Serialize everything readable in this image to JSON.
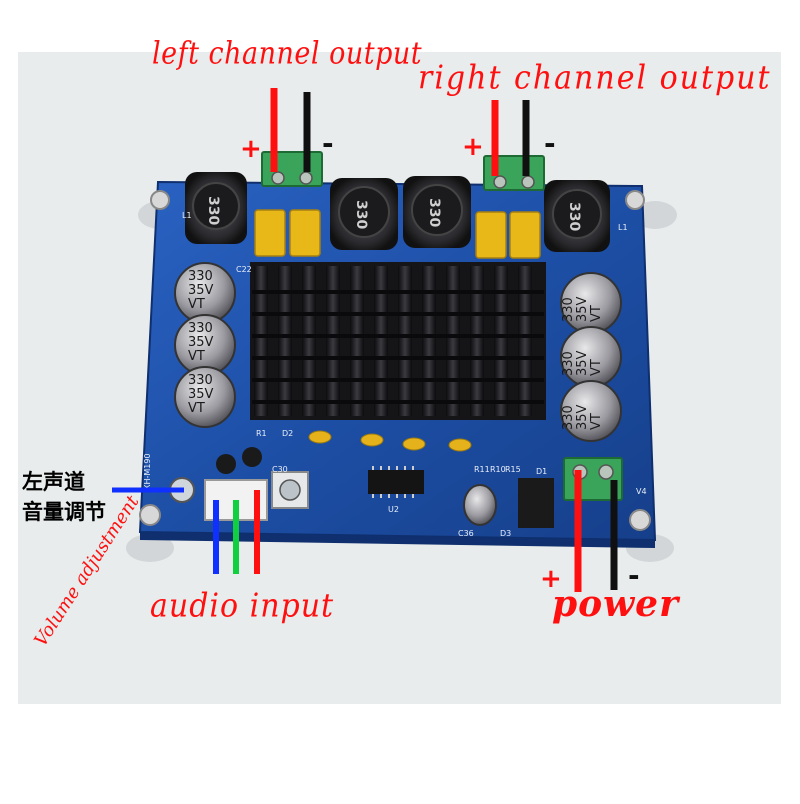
{
  "labels": {
    "left_channel_output": "left channel output",
    "right_channel_output": "right channel output",
    "audio_input": "audio input",
    "power": "power",
    "left_plus": "+",
    "left_minus": "-",
    "right_plus": "+",
    "right_minus": "-",
    "power_plus": "+",
    "power_minus": "-",
    "cn_line_1": "左声道",
    "cn_line_2": "音量调节",
    "volume_adjustment": "Volume adjustment"
  },
  "board": {
    "inductors": [
      "330",
      "330",
      "330",
      "330"
    ],
    "capacitors_left": [
      [
        "330",
        "35V",
        "VT"
      ],
      [
        "330",
        "35V",
        "VT"
      ],
      [
        "330",
        "35V",
        "VT"
      ]
    ],
    "capacitors_right": [
      [
        "VT",
        "35V",
        "330"
      ],
      [
        "VT",
        "35V",
        "330"
      ],
      [
        "VT",
        "35V",
        "330"
      ]
    ],
    "silk": {
      "l1": "L1",
      "l1_right": "L1",
      "c22": "C22",
      "c30": "C30",
      "r1": "R1",
      "d2": "D2",
      "d1": "D1",
      "u2": "U2",
      "v4": "V4",
      "c36": "C36",
      "d3": "D3",
      "r11": "R11",
      "r10": "R10",
      "r15": "R15",
      "model": "XH-M190"
    }
  },
  "colors": {
    "label_red": "#ff1010",
    "pcb_blue": "#1d4fa6",
    "wire_blue": "#1030ff",
    "wire_green": "#10d040",
    "wire_black": "#101010"
  }
}
